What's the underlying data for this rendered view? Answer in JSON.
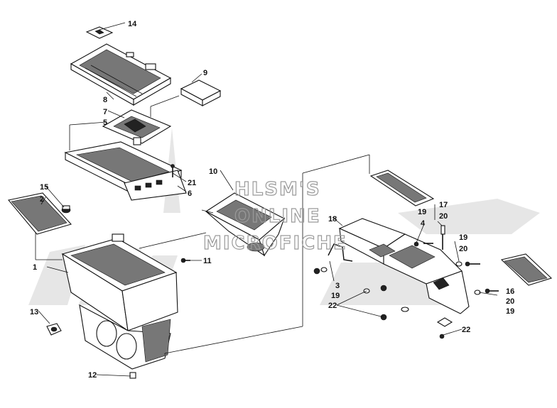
{
  "watermark": {
    "lines": [
      "HLSM'S",
      "ONLINE",
      "MICROFICHE"
    ],
    "background_logo": "ArcticCat"
  },
  "callouts": [
    {
      "id": "c14a",
      "label": "14"
    },
    {
      "id": "c9",
      "label": "9"
    },
    {
      "id": "c8",
      "label": "8"
    },
    {
      "id": "c7",
      "label": "7"
    },
    {
      "id": "c5",
      "label": "5"
    },
    {
      "id": "c10",
      "label": "10"
    },
    {
      "id": "c21",
      "label": "21"
    },
    {
      "id": "c6",
      "label": "6"
    },
    {
      "id": "c15",
      "label": "15"
    },
    {
      "id": "c2",
      "label": "2"
    },
    {
      "id": "c11",
      "label": "11"
    },
    {
      "id": "c1",
      "label": "1"
    },
    {
      "id": "c13",
      "label": "13"
    },
    {
      "id": "c12",
      "label": "12"
    },
    {
      "id": "c17",
      "label": "17"
    },
    {
      "id": "c19a",
      "label": "19"
    },
    {
      "id": "c20a",
      "label": "20"
    },
    {
      "id": "c4",
      "label": "4"
    },
    {
      "id": "c18",
      "label": "18"
    },
    {
      "id": "c19b",
      "label": "19"
    },
    {
      "id": "c20b",
      "label": "20"
    },
    {
      "id": "c3",
      "label": "3"
    },
    {
      "id": "c19c",
      "label": "19"
    },
    {
      "id": "c22a",
      "label": "22"
    },
    {
      "id": "c16",
      "label": "16"
    },
    {
      "id": "c20c",
      "label": "20"
    },
    {
      "id": "c19d",
      "label": "19"
    },
    {
      "id": "c22b",
      "label": "22"
    }
  ]
}
